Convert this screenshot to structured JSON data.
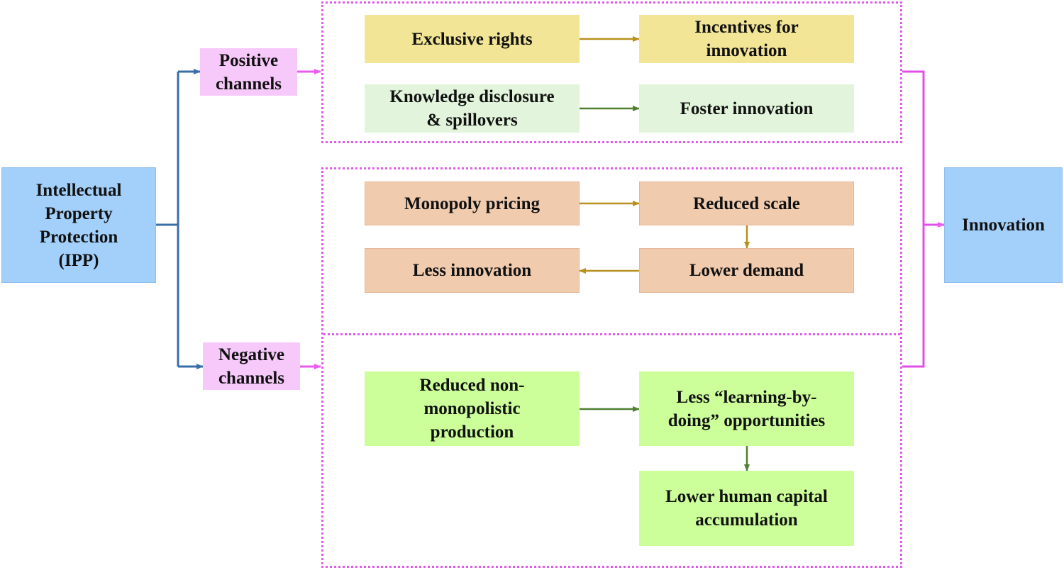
{
  "diagram": {
    "source": {
      "label": "Intellectual\nProperty\nProtection\n(IPP)",
      "color": "#a3d0fa"
    },
    "target": {
      "label": "Innovation",
      "color": "#a3d0fa"
    },
    "positive": {
      "label": "Positive\nchannels",
      "color": "#f7c9fa",
      "rows": [
        {
          "cause": "Exclusive rights",
          "effect": "Incentives for\ninnovation",
          "color": "#f2e596",
          "arrow_color": "#b8901e"
        },
        {
          "cause": "Knowledge disclosure\n& spillovers",
          "effect": "Foster innovation",
          "color": "#e2f5dc",
          "arrow_color": "#4f7f31"
        }
      ]
    },
    "negative": {
      "label": "Negative\nchannels",
      "color": "#f7c9fa",
      "pricing_chain": {
        "color": "#f1cbae",
        "arrow_color": "#b8901e",
        "monopoly_pricing": "Monopoly pricing",
        "reduced_scale": "Reduced scale",
        "lower_demand": "Lower demand",
        "less_innovation": "Less innovation"
      },
      "production_chain": {
        "color": "#ccff99",
        "arrow_color": "#4f7f31",
        "reduced_production": "Reduced non-\nmonopolistic\nproduction",
        "less_learning": "Less “learning-by-\ndoing” opportunities",
        "lower_human_capital": "Lower human capital\naccumulation"
      }
    },
    "colors": {
      "source_connector": "#3a6ea8",
      "group_border": "#e05ce8",
      "channel_arrow": "#ea5cf0",
      "merge_connector": "#e050e8"
    }
  }
}
